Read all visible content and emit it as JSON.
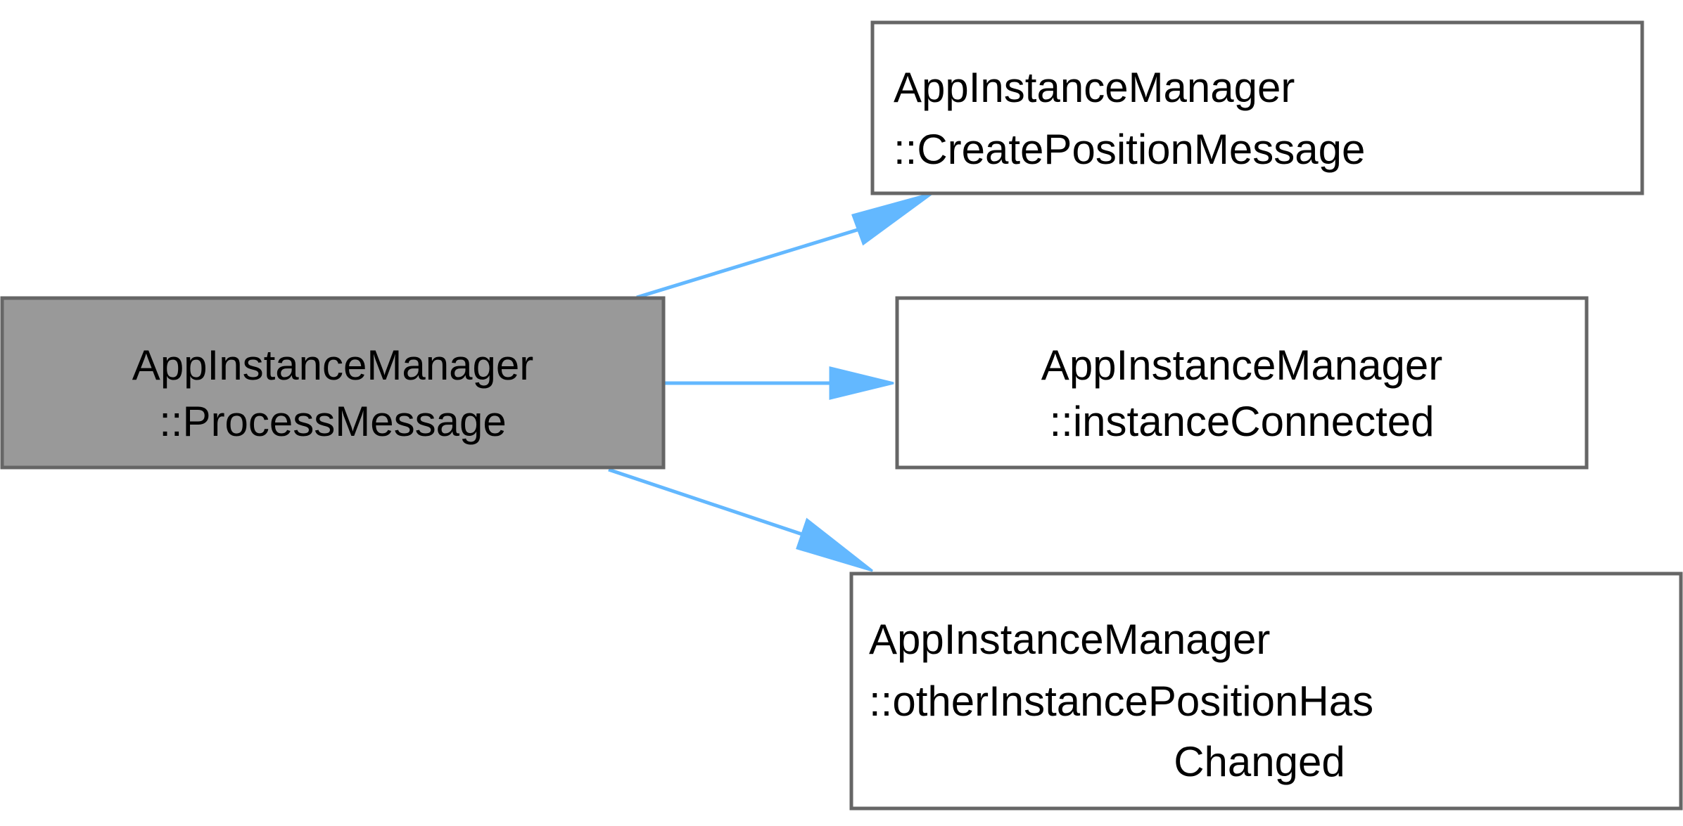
{
  "colors": {
    "source_fill": "#999999",
    "target_fill": "#ffffff",
    "border": "#666666",
    "edge": "#63b8ff"
  },
  "nodes": {
    "process_message": {
      "line1": "AppInstanceManager",
      "line2": "::ProcessMessage"
    },
    "create_position_message": {
      "line1": "AppInstanceManager",
      "line2": "::CreatePositionMessage"
    },
    "instance_connected": {
      "line1": "AppInstanceManager",
      "line2": "::instanceConnected"
    },
    "other_instance_position_has_changed": {
      "line1": "AppInstanceManager",
      "line2": "::otherInstancePositionHas",
      "line3": "Changed"
    }
  },
  "edges": [
    {
      "from": "process_message",
      "to": "create_position_message"
    },
    {
      "from": "process_message",
      "to": "instance_connected"
    },
    {
      "from": "process_message",
      "to": "other_instance_position_has_changed"
    }
  ]
}
